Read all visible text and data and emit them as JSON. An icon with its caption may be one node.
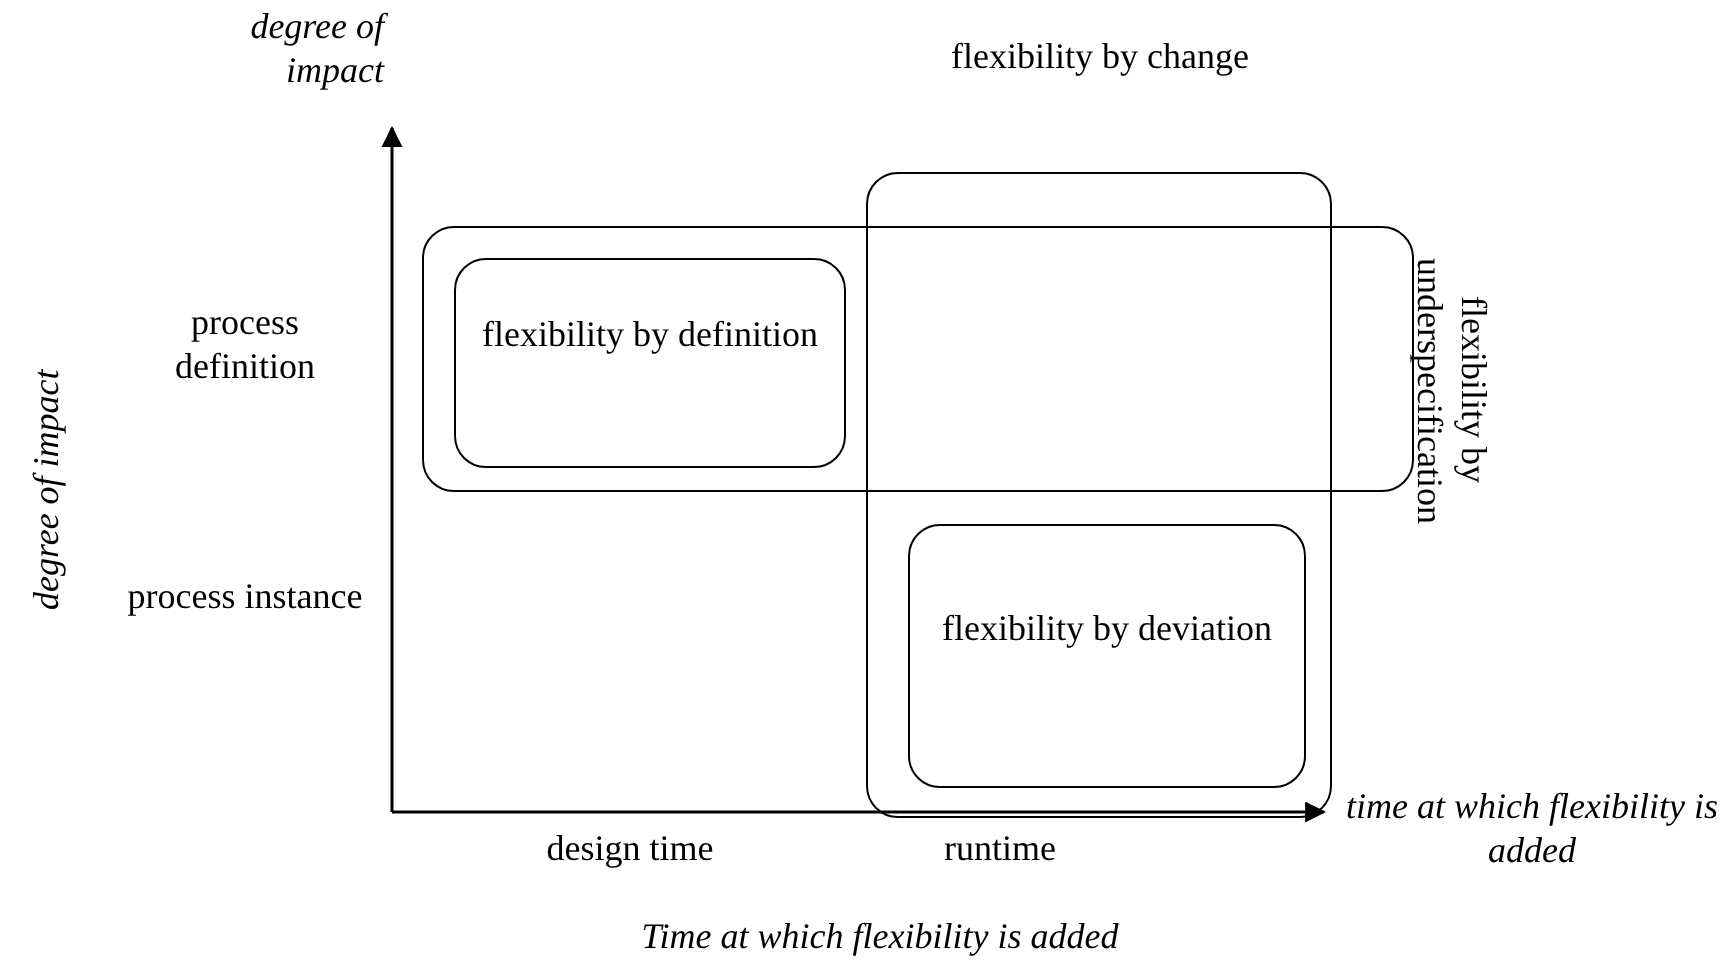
{
  "diagram": {
    "nodes": [
      {
        "text": [
          "flexibility by change"
        ]
      },
      {
        "text": [
          "flexibility by underspecification"
        ]
      },
      {
        "text": [
          "flexibility by definition"
        ],
        "in": 1
      },
      {
        "text": [
          "flexibility by deviation"
        ],
        "in": 0
      }
    ],
    "edges": [],
    "labels": [
      "degree of impact",
      "process definition",
      "process instance",
      "degree of impact",
      "design time",
      "runtime",
      "time at which flexibility is added",
      "Time at which flexibility is added"
    ]
  }
}
